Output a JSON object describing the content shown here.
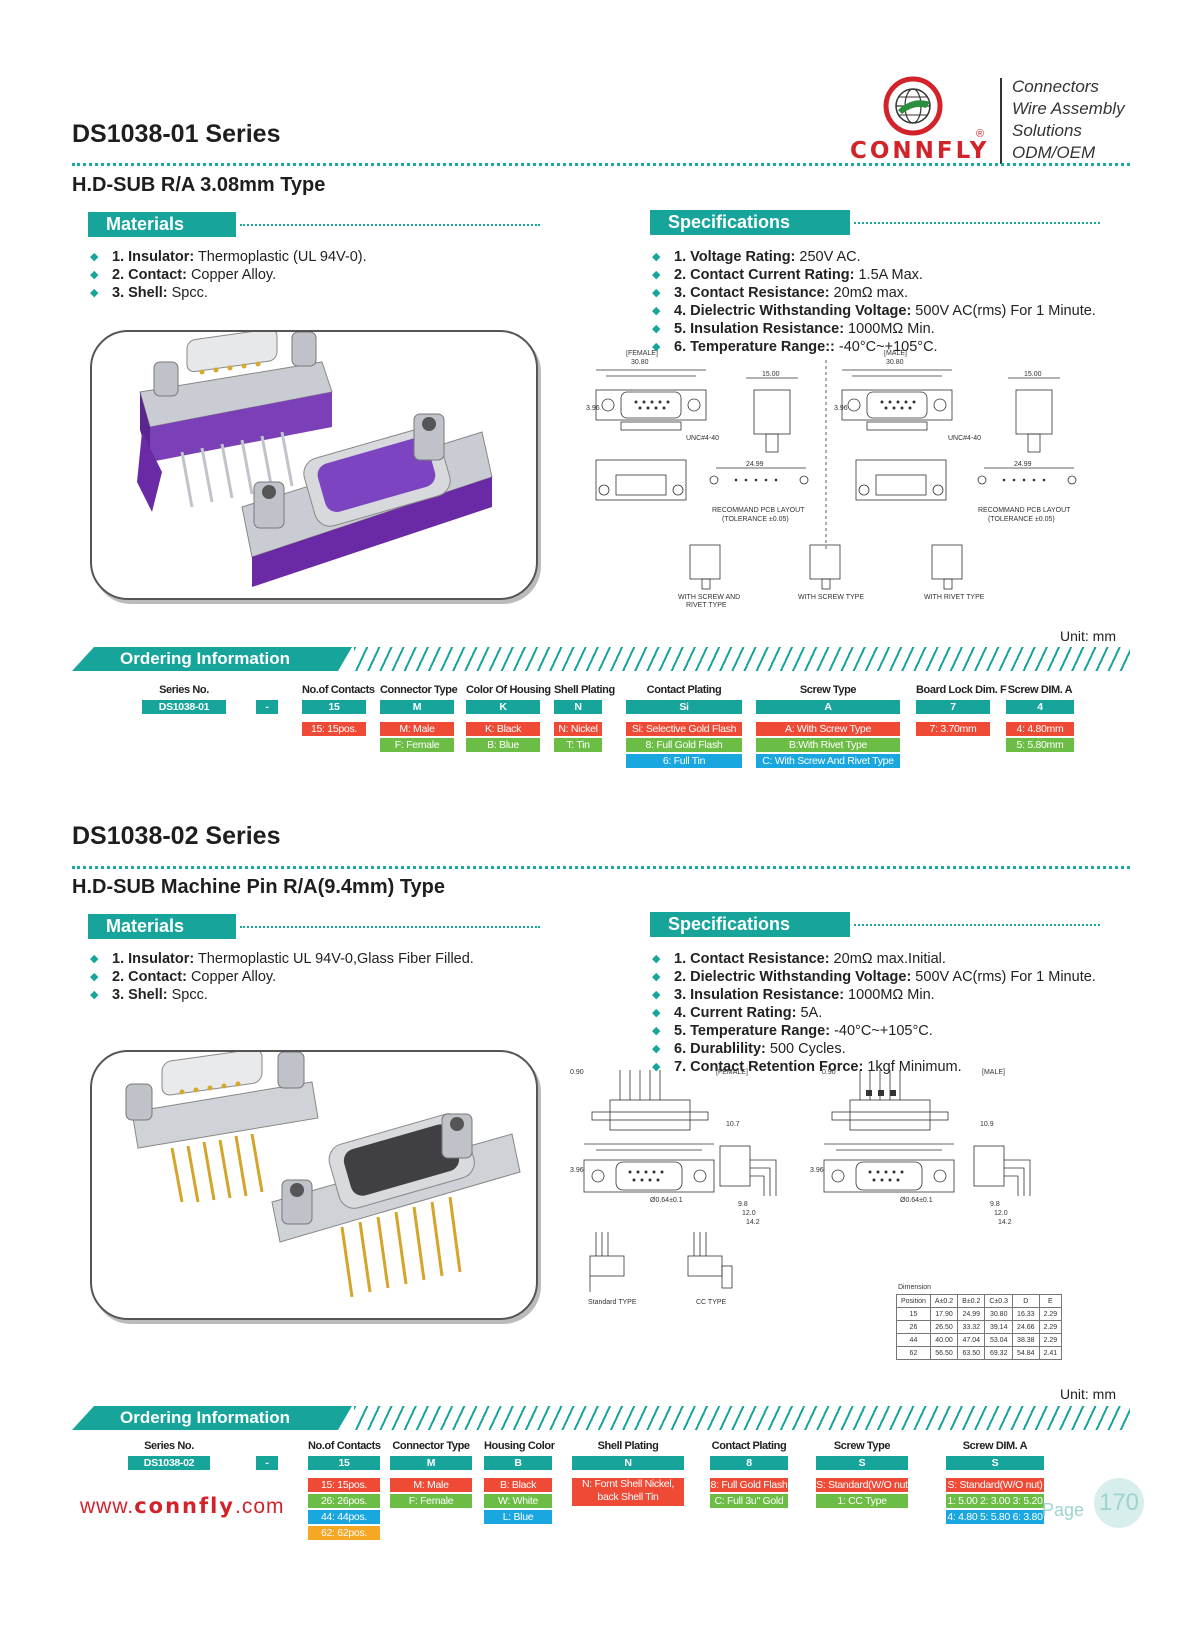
{
  "brand": {
    "logo_text": "CONNFLY",
    "registered": "®",
    "tagline": [
      "Connectors",
      "Wire Assembly",
      "Solutions",
      "ODM/OEM"
    ],
    "website_prefix": "www.",
    "website_brand": "connfly",
    "website_suffix": ".com",
    "colors": {
      "accent": "#17a59b",
      "brand_red": "#d2232a",
      "purple": "#6a2aa6"
    }
  },
  "section1": {
    "title": "DS1038-01 Series",
    "subtitle": "H.D-SUB R/A 3.08mm Type",
    "materials": {
      "heading": "Materials",
      "items": [
        {
          "label": "1. Insulator:",
          "value": " Thermoplastic (UL 94V-0)."
        },
        {
          "label": "2. Contact:",
          "value": " Copper Alloy."
        },
        {
          "label": "3. Shell:",
          "value": " Spcc."
        }
      ]
    },
    "specifications": {
      "heading": "Specifications",
      "items": [
        {
          "label": "1. Voltage Rating:",
          "value": " 250V AC."
        },
        {
          "label": "2. Contact Current Rating:",
          "value": " 1.5A Max."
        },
        {
          "label": "3. Contact Resistance:",
          "value": " 20mΩ max."
        },
        {
          "label": "4. Dielectric Withstanding Voltage:",
          "value": " 500V AC(rms) For 1 Minute."
        },
        {
          "label": "5. Insulation Resistance:",
          "value": " 1000MΩ Min."
        },
        {
          "label": "6. Temperature Range::",
          "value": " -40°C~+105°C."
        }
      ]
    },
    "drawing_labels": {
      "female": "[FEMALE]",
      "male": "[MALE]",
      "unc": "UNC#4-40",
      "pcb_layout": "RECOMMAND PCB LAYOUT",
      "tolerance": "(TOLERANCE ±0.05)",
      "screw_rivet": "WITH SCREW AND",
      "screw_rivet2": "RIVET TYPE",
      "screw": "WITH SCREW TYPE",
      "rivet": "WITH RIVET TYPE",
      "dim_1500": "15.00",
      "dim_3080": "30.80",
      "dim_396": "3.96",
      "dim_2499": "24.99"
    },
    "unit": "Unit: mm",
    "ordering": {
      "heading": "Ordering Information",
      "series": {
        "header": "Series No.",
        "code": "DS1038-01"
      },
      "dash": "-",
      "columns": [
        {
          "header": "No.of Contacts",
          "code": "15",
          "options": [
            {
              "text": "15: 15pos.",
              "color": "red"
            }
          ]
        },
        {
          "header": "Connector Type",
          "code": "M",
          "options": [
            {
              "text": "M: Male",
              "color": "red"
            },
            {
              "text": "F: Female",
              "color": "green"
            }
          ]
        },
        {
          "header": "Color Of Housing",
          "code": "K",
          "options": [
            {
              "text": "K: Black",
              "color": "red"
            },
            {
              "text": "B: Blue",
              "color": "green"
            }
          ]
        },
        {
          "header": "Shell Plating",
          "code": "N",
          "options": [
            {
              "text": "N: Nickel",
              "color": "red"
            },
            {
              "text": "T: Tin",
              "color": "green"
            }
          ]
        },
        {
          "header": "Contact Plating",
          "code": "Si",
          "options": [
            {
              "text": "Si: Selective Gold Flash",
              "color": "red"
            },
            {
              "text": "8: Full Gold Flash",
              "color": "green"
            },
            {
              "text": "6: Full Tin",
              "color": "blue"
            }
          ]
        },
        {
          "header": "Screw Type",
          "code": "A",
          "options": [
            {
              "text": "A: With Screw Type",
              "color": "red"
            },
            {
              "text": "B:With Rivet Type",
              "color": "green"
            },
            {
              "text": "C: With Screw And Rivet Type",
              "color": "blue"
            }
          ]
        },
        {
          "header": "Board Lock Dim. F",
          "code": "7",
          "options": [
            {
              "text": "7: 3.70mm",
              "color": "red"
            }
          ]
        },
        {
          "header": "Screw DIM. A",
          "code": "4",
          "options": [
            {
              "text": "4: 4.80mm",
              "color": "red"
            },
            {
              "text": "5: 5.80mm",
              "color": "green"
            }
          ]
        }
      ]
    }
  },
  "section2": {
    "title": "DS1038-02 Series",
    "subtitle": "H.D-SUB Machine Pin R/A(9.4mm) Type",
    "materials": {
      "heading": "Materials",
      "items": [
        {
          "label": "1. Insulator:",
          "value": " Thermoplastic UL 94V-0,Glass Fiber Filled."
        },
        {
          "label": "2. Contact:",
          "value": " Copper Alloy."
        },
        {
          "label": "3. Shell:",
          "value": " Spcc."
        }
      ]
    },
    "specifications": {
      "heading": "Specifications",
      "items": [
        {
          "label": "1. Contact Resistance:",
          "value": " 20mΩ max.Initial."
        },
        {
          "label": "2. Dielectric Withstanding Voltage:",
          "value": " 500V AC(rms) For 1 Minute."
        },
        {
          "label": "3. Insulation Resistance:",
          "value": " 1000MΩ Min."
        },
        {
          "label": "4. Current Rating:",
          "value": " 5A."
        },
        {
          "label": "5. Temperature Range:",
          "value": " -40°C~+105°C."
        },
        {
          "label": "6. Durablility:",
          "value": " 500 Cycles."
        },
        {
          "label": "7. Contact Retention Force:",
          "value": " 1kgf Minimum."
        }
      ]
    },
    "drawing_labels": {
      "female": "[FEMALE]",
      "male": "[MALE]",
      "standard": "Standard TYPE",
      "cc": "CC TYPE",
      "dim_107": "10.7",
      "dim_109": "10.9",
      "dim_142": "14.2",
      "dim_120": "12.0",
      "dim_98": "9.8",
      "dim_064": "Ø0.64±0.1",
      "dim_090": "0.90",
      "dim_396": "3.96"
    },
    "dimension_table": {
      "title": "Dimension",
      "headers": [
        "Position",
        "A±0.2",
        "B±0.2",
        "C±0.3",
        "D",
        "E"
      ],
      "rows": [
        [
          "15",
          "17.90",
          "24.99",
          "30.80",
          "16.33",
          "2.29"
        ],
        [
          "26",
          "26.50",
          "33.32",
          "39.14",
          "24.66",
          "2.29"
        ],
        [
          "44",
          "40.00",
          "47.04",
          "53.04",
          "38.38",
          "2.29"
        ],
        [
          "62",
          "56.50",
          "63.50",
          "69.32",
          "54.84",
          "2.41"
        ]
      ]
    },
    "unit": "Unit: mm",
    "ordering": {
      "heading": "Ordering Information",
      "series": {
        "header": "Series No.",
        "code": "DS1038-02"
      },
      "dash": "-",
      "columns": [
        {
          "header": "No.of Contacts",
          "code": "15",
          "options": [
            {
              "text": "15: 15pos.",
              "color": "red"
            },
            {
              "text": "26: 26pos.",
              "color": "green"
            },
            {
              "text": "44: 44pos.",
              "color": "blue"
            },
            {
              "text": "62: 62pos.",
              "color": "orange"
            }
          ]
        },
        {
          "header": "Connector Type",
          "code": "M",
          "options": [
            {
              "text": "M: Male",
              "color": "red"
            },
            {
              "text": "F: Female",
              "color": "green"
            }
          ]
        },
        {
          "header": "Housing Color",
          "code": "B",
          "options": [
            {
              "text": "B: Black",
              "color": "red"
            },
            {
              "text": "W: White",
              "color": "green"
            },
            {
              "text": "L: Blue",
              "color": "blue"
            }
          ]
        },
        {
          "header": "Shell Plating",
          "code": "N",
          "options": [
            {
              "text": "N: Fornt Shell Nickel, back Shell Tin",
              "color": "red"
            }
          ]
        },
        {
          "header": "Contact Plating",
          "code": "8",
          "options": [
            {
              "text": "8: Full Gold Flash",
              "color": "red"
            },
            {
              "text": "C: Full 3u\" Gold",
              "color": "green"
            }
          ]
        },
        {
          "header": "Screw Type",
          "code": "S",
          "options": [
            {
              "text": "S: Standard(W/O nut)",
              "color": "red"
            },
            {
              "text": "1: CC Type",
              "color": "green"
            }
          ]
        },
        {
          "header": "Screw DIM. A",
          "code": "S",
          "options": [
            {
              "text": "S: Standard(W/O nut)",
              "color": "red"
            },
            {
              "text": "1: 5.00  2: 3.00  3: 5.20",
              "color": "green"
            },
            {
              "text": "4: 4.80  5: 5.80  6: 3.80",
              "color": "blue"
            }
          ]
        }
      ]
    }
  },
  "page": {
    "label": "Page",
    "number": "170"
  }
}
